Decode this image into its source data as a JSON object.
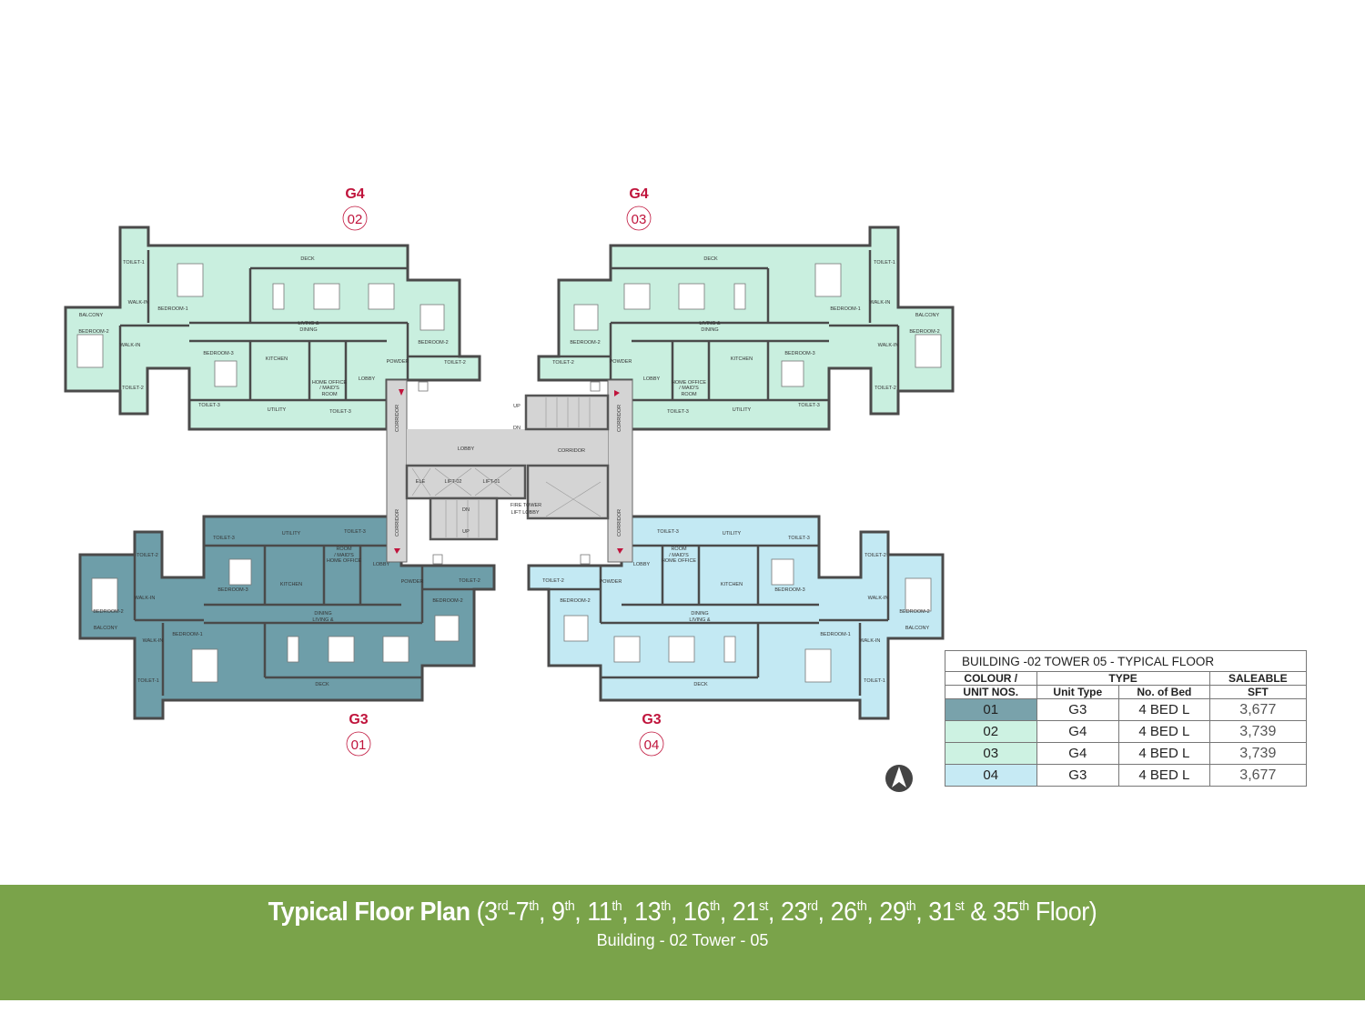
{
  "units": [
    {
      "no": "01",
      "type": "G3",
      "color": "#6e9ea9"
    },
    {
      "no": "02",
      "type": "G4",
      "color": "#c9efdf"
    },
    {
      "no": "03",
      "type": "G4",
      "color": "#c9efdf"
    },
    {
      "no": "04",
      "type": "G3",
      "color": "#c3e9f3"
    }
  ],
  "rooms": [
    "DECK",
    "TOILET-1",
    "WALK-IN",
    "BEDROOM-1",
    "BALCONY",
    "BEDROOM-2",
    "WALK-IN",
    "TOILET-2",
    "LIVING &",
    "DINING",
    "BEDROOM-3",
    "KITCHEN",
    "HOME OFFICE",
    "/ MAID'S",
    "ROOM",
    "LOBBY",
    "POWDER",
    "BEDROOM-2",
    "TOILET-2",
    "TOILET-3",
    "UTILITY",
    "TOILET-3"
  ],
  "core": {
    "lobby": "LOBBY",
    "corridor": "CORRIDOR",
    "up": "UP",
    "dn": "DN",
    "ele": "ELE",
    "lift2": "LIFT-02",
    "lift1": "LIFT-01",
    "fire1": "FIRE TOWER",
    "fire2": "LIFT LOBBY"
  },
  "table": {
    "caption": "BUILDING -02    TOWER  05 - TYPICAL FLOOR",
    "h_colour": "COLOUR /",
    "h_unitnos": "UNIT NOS.",
    "h_type": "TYPE",
    "h_saleable": "SALEABLE",
    "h_sft": "SFT",
    "h_unit_type": "Unit Type",
    "h_beds": "No. of Bed",
    "rows": [
      {
        "no": "01",
        "type": "G3",
        "beds": "4 BED L",
        "sft": "3,677",
        "color": "#79a2ab"
      },
      {
        "no": "02",
        "type": "G4",
        "beds": "4 BED L",
        "sft": "3,739",
        "color": "#cdf2e2"
      },
      {
        "no": "03",
        "type": "G4",
        "beds": "4 BED L",
        "sft": "3,739",
        "color": "#cdf2e2"
      },
      {
        "no": "04",
        "type": "G3",
        "beds": "4 BED L",
        "sft": "3,677",
        "color": "#c6eaf4"
      }
    ]
  },
  "footer": {
    "title_bold": "Typical Floor Plan",
    "open": " (",
    "floors": [
      {
        "n": "3",
        "s": "rd",
        "sep": "-"
      },
      {
        "n": "7",
        "s": "th",
        "sep": ", "
      },
      {
        "n": "9",
        "s": "th",
        "sep": ", "
      },
      {
        "n": "11",
        "s": "th",
        "sep": ", "
      },
      {
        "n": "13",
        "s": "th",
        "sep": ", "
      },
      {
        "n": "16",
        "s": "th",
        "sep": ", "
      },
      {
        "n": "21",
        "s": "st",
        "sep": ", "
      },
      {
        "n": "23",
        "s": "rd",
        "sep": ", "
      },
      {
        "n": "26",
        "s": "th",
        "sep": ", "
      },
      {
        "n": "29",
        "s": "th",
        "sep": ", "
      },
      {
        "n": "31",
        "s": "st",
        "sep": " & "
      },
      {
        "n": "35",
        "s": "th",
        "sep": ""
      }
    ],
    "close": " Floor)",
    "subtitle": "Building - 02 Tower - 05"
  },
  "compass": "north-arrow-icon"
}
